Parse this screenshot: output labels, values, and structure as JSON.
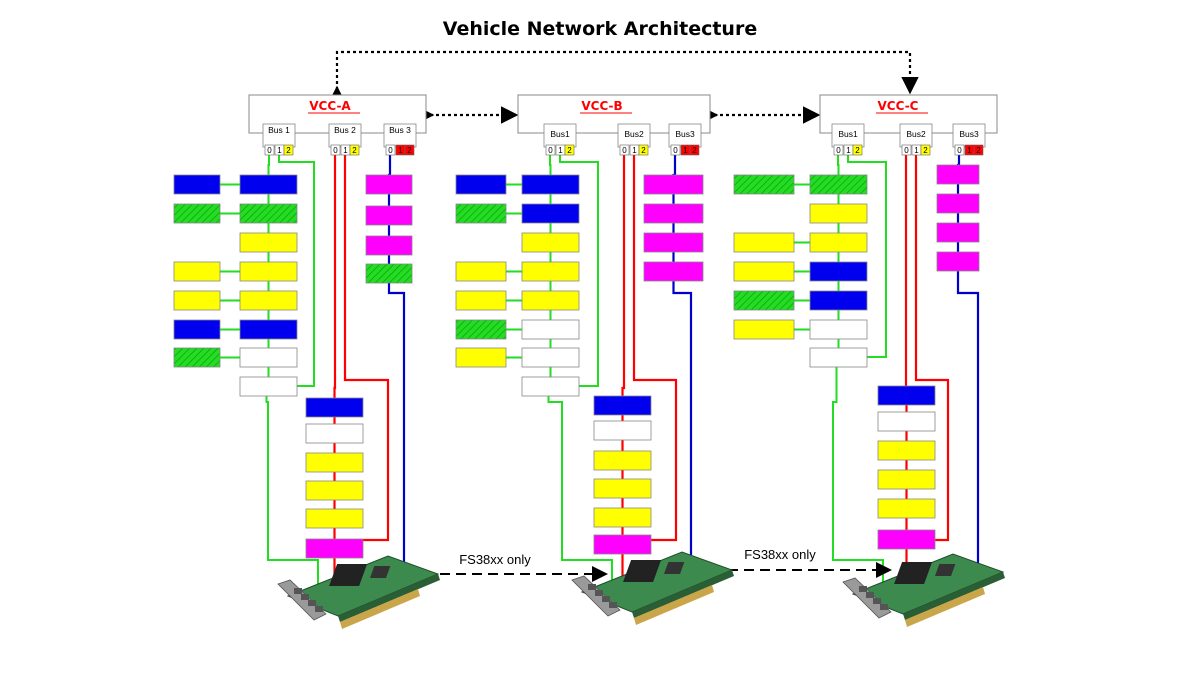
{
  "title": "Vehicle Network Architecture",
  "colors": {
    "blue": "#0000ee",
    "green": "#22dd22",
    "yellow": "#ffff00",
    "magenta": "#ff00ff",
    "white": "#ffffff",
    "red": "#ff0000",
    "bus1_line": "#22dd22",
    "bus2_line": "#ff0000",
    "bus3_line": "#0000cc"
  },
  "vccs": [
    {
      "label": "VCC-A",
      "buses": [
        "Bus 1",
        "Bus 2",
        "Bus 3"
      ],
      "channels": [
        "0",
        "1",
        "2"
      ]
    },
    {
      "label": "VCC-B",
      "buses": [
        "Bus1",
        "Bus2",
        "Bus3"
      ],
      "channels": [
        "0",
        "1",
        "2"
      ]
    },
    {
      "label": "VCC-C",
      "buses": [
        "Bus1",
        "Bus2",
        "Bus3"
      ],
      "channels": [
        "0",
        "1",
        "2"
      ]
    }
  ],
  "links": [
    {
      "label": "FS38xx only"
    },
    {
      "label": "FS38xx only"
    }
  ],
  "modules": {
    "A": {
      "bus1_outer": [
        "blue",
        "green",
        "none",
        "yellow",
        "yellow",
        "blue",
        "green"
      ],
      "bus1_inner": [
        "blue",
        "green",
        "yellow",
        "yellow",
        "yellow",
        "blue",
        "white",
        "white"
      ],
      "bus3": [
        "magenta",
        "magenta",
        "magenta",
        "green"
      ],
      "bus2": [
        "blue",
        "white",
        "yellow",
        "yellow",
        "yellow",
        "magenta"
      ]
    },
    "B": {
      "bus1_outer": [
        "blue",
        "green",
        "none",
        "yellow",
        "yellow",
        "green",
        "yellow"
      ],
      "bus1_inner": [
        "blue",
        "blue",
        "yellow",
        "yellow",
        "yellow",
        "white",
        "white",
        "white"
      ],
      "bus3": [
        "magenta",
        "magenta",
        "magenta",
        "magenta"
      ],
      "bus2": [
        "blue",
        "white",
        "yellow",
        "yellow",
        "yellow",
        "magenta"
      ]
    },
    "C": {
      "bus1_outer": [
        "green",
        "none",
        "yellow",
        "yellow",
        "green",
        "yellow"
      ],
      "bus1_inner": [
        "green",
        "yellow",
        "yellow",
        "blue",
        "blue",
        "white",
        "white"
      ],
      "bus3": [
        "magenta",
        "magenta",
        "magenta",
        "magenta"
      ],
      "bus2": [
        "blue",
        "white",
        "yellow",
        "yellow",
        "yellow",
        "magenta"
      ]
    }
  },
  "icons": {
    "card": "pci-interface-card-icon"
  }
}
